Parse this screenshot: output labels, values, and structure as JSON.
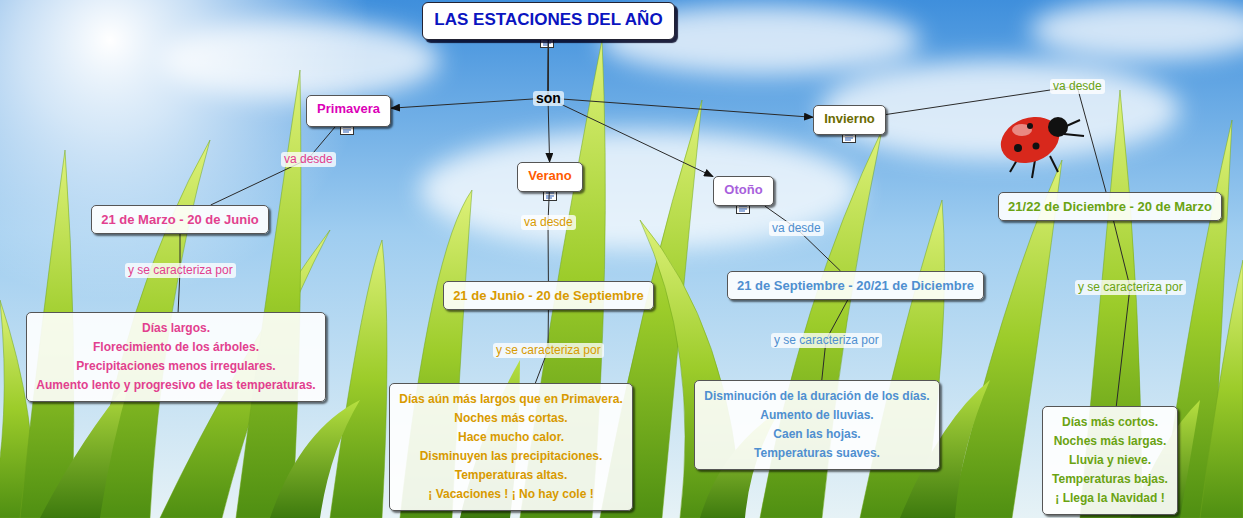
{
  "diagram": {
    "nodes": [
      {
        "text": [
          "LAS ESTACIONES DEL AÑO"
        ]
      },
      {
        "text": [
          "Primavera"
        ]
      },
      {
        "text": [
          "Invierno"
        ]
      },
      {
        "text": [
          "Verano"
        ]
      },
      {
        "text": [
          "Otoño"
        ]
      },
      {
        "text": [
          "21/22 de Diciembre - 20 de Marzo"
        ]
      },
      {
        "text": [
          "21 de Marzo - 20 de Junio"
        ]
      },
      {
        "text": [
          "21 de Junio - 20 de Septiembre"
        ]
      },
      {
        "text": [
          "21 de Septiembre - 20/21 de Diciembre"
        ]
      },
      {
        "text": [
          "Días largos.",
          "Florecimiento de los árboles.",
          "Precipitaciones menos irregulares.",
          "Aumento lento y progresivo de las temperaturas."
        ]
      },
      {
        "text": [
          "Días aún más largos que en Primavera.",
          "Noches más cortas.",
          "Hace mucho calor.",
          "Disminuyen las precipitaciones.",
          "Temperaturas altas.",
          "¡ Vacaciones ! ¡ No hay cole !"
        ]
      },
      {
        "text": [
          "Disminución de la duración de los días.",
          "Aumento de lluvias.",
          "Caen las hojas.",
          "Temperaturas suaves."
        ]
      },
      {
        "text": [
          "Días más cortos.",
          "Noches más largas.",
          "Lluvia y nieve.",
          "Temperaturas bajas.",
          "¡ Llega la Navidad !"
        ]
      }
    ],
    "edges": [
      {
        "from": 0,
        "to": 1,
        "arrow": "to"
      },
      {
        "from": 0,
        "to": 3,
        "arrow": "to"
      },
      {
        "from": 0,
        "to": 4,
        "arrow": "to"
      },
      {
        "from": 0,
        "to": 2,
        "arrow": "to"
      },
      {
        "from": 1,
        "to": 6,
        "label": "va desde",
        "arrow": "none"
      },
      {
        "from": 3,
        "to": 7,
        "label": "va desde",
        "arrow": "none"
      },
      {
        "from": 4,
        "to": 8,
        "label": "va desde",
        "arrow": "none"
      },
      {
        "from": 2,
        "to": 5,
        "label": "va desde",
        "arrow": "none"
      },
      {
        "from": 6,
        "to": 9,
        "label": "y se caracteriza por",
        "arrow": "none"
      },
      {
        "from": 7,
        "to": 10,
        "label": "y se caracteriza por",
        "arrow": "none"
      },
      {
        "from": 8,
        "to": 11,
        "label": "y se caracteriza por",
        "arrow": "none"
      },
      {
        "from": 5,
        "to": 12,
        "label": "y se caracteriza por",
        "arrow": "none"
      }
    ],
    "labels": [
      "son"
    ]
  }
}
